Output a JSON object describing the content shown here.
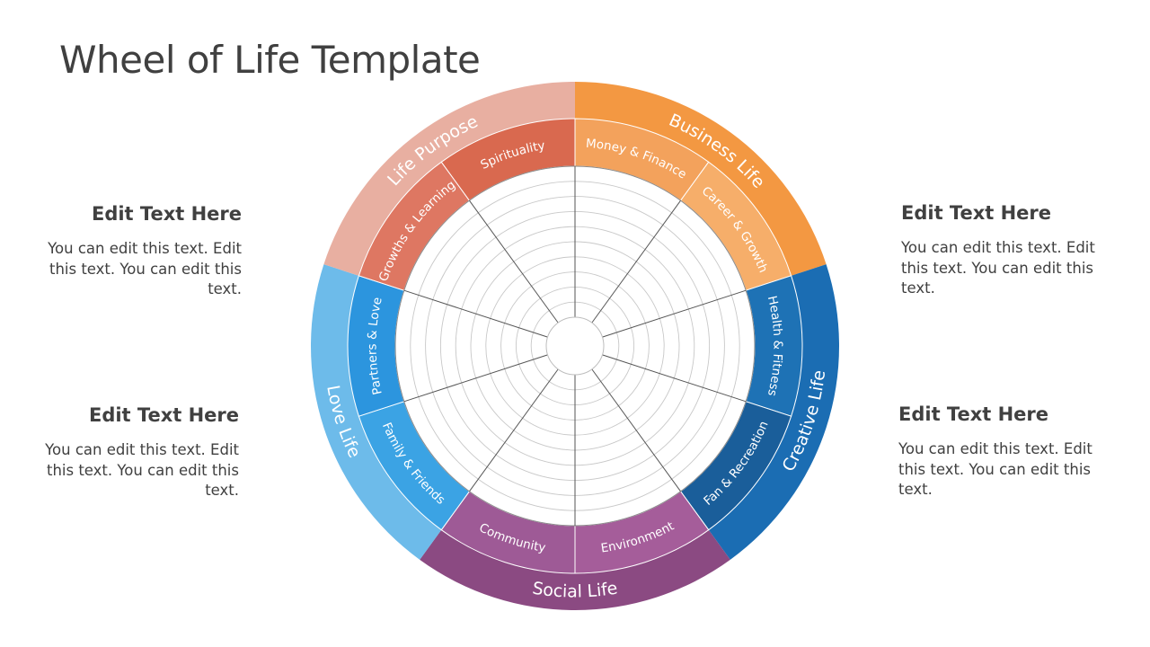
{
  "title": "Wheel of Life Template",
  "panels": [
    {
      "heading": "Edit Text Here",
      "body": "You can edit this text. Edit this text. You can edit this text."
    },
    {
      "heading": "Edit Text Here",
      "body": "You can edit this text. Edit this text. You can edit this text."
    },
    {
      "heading": "Edit Text Here",
      "body": "You can edit this text. Edit this text. You can edit this text."
    },
    {
      "heading": "Edit Text Here",
      "body": "You can edit this text. Edit this text. You can edit this text."
    }
  ],
  "wheel": {
    "categories": [
      {
        "name": "Business Life",
        "color": "#F39842",
        "subs": [
          {
            "name": "Money & Finance",
            "color": "#F3A25C"
          },
          {
            "name": "Career & Growth",
            "color": "#F6AE6A"
          }
        ]
      },
      {
        "name": "Creative Life",
        "color": "#1B6DB3",
        "subs": [
          {
            "name": "Health & Fitness",
            "color": "#1E72B5"
          },
          {
            "name": "Fan & Recreation",
            "color": "#1A5E9A"
          }
        ]
      },
      {
        "name": "Social Life",
        "color": "#8B4A82",
        "subs": [
          {
            "name": "Environment",
            "color": "#A55D9A"
          },
          {
            "name": "Community",
            "color": "#9E5A96"
          }
        ]
      },
      {
        "name": "Love Life",
        "color": "#6DBBEA",
        "subs": [
          {
            "name": "Family & Friends",
            "color": "#3BA3E4"
          },
          {
            "name": "Partners & Love",
            "color": "#2C95DE"
          }
        ]
      },
      {
        "name": "Life Purpose",
        "color": "#E8AFA1",
        "subs": [
          {
            "name": "Growths & Learning",
            "color": "#DE7762"
          },
          {
            "name": "Spirituality",
            "color": "#D9694F"
          }
        ]
      }
    ],
    "rings": 10,
    "spoke_count": 10
  }
}
